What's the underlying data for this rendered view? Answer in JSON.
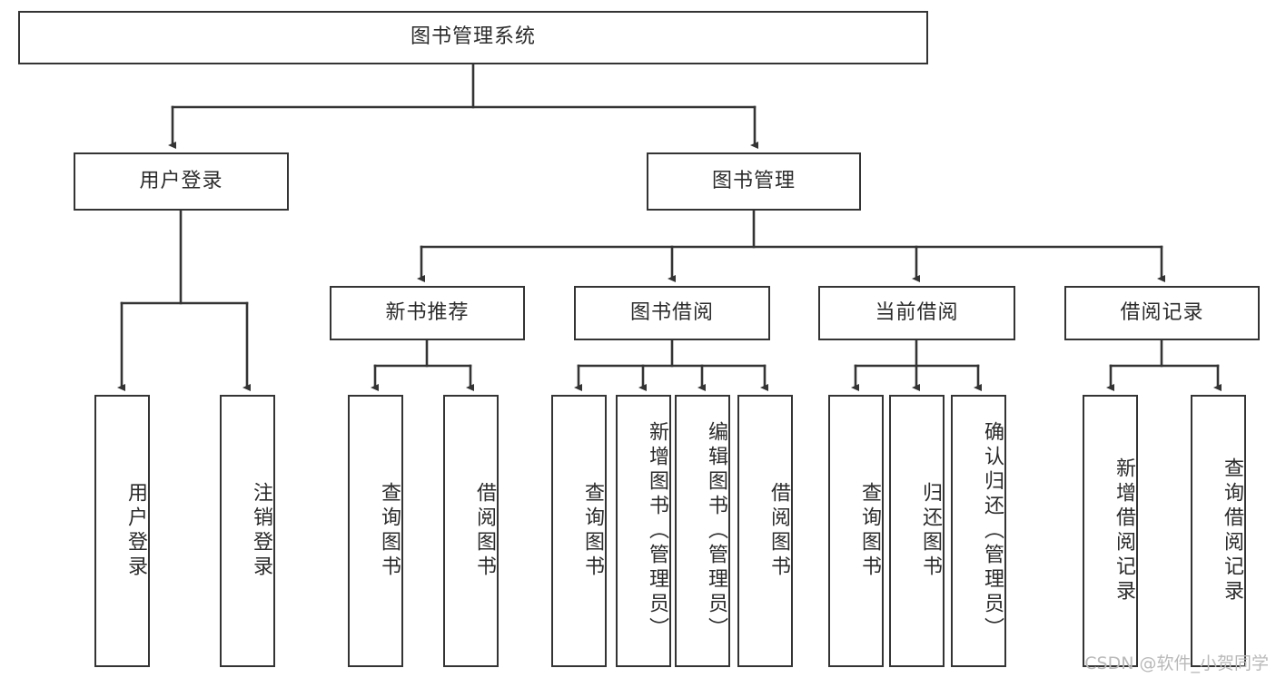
{
  "diagram": {
    "type": "tree-hierarchy-chart",
    "title": "图书管理系统",
    "watermark": "CSDN @软件_小贺同学",
    "colors": {
      "stroke": "#343434",
      "fill": "#ffffff",
      "text": "#2b2b2b",
      "watermark": "#b9b9b9"
    },
    "nodes": {
      "root": {
        "label": "图书管理系统",
        "orientation": "horizontal"
      },
      "level2": [
        {
          "id": "user-login",
          "label": "用户登录",
          "orientation": "horizontal"
        },
        {
          "id": "book-management",
          "label": "图书管理",
          "orientation": "horizontal"
        }
      ],
      "level3": [
        {
          "id": "new-book-recommend",
          "label": "新书推荐",
          "orientation": "horizontal",
          "parent": "book-management"
        },
        {
          "id": "book-borrow",
          "label": "图书借阅",
          "orientation": "horizontal",
          "parent": "book-management"
        },
        {
          "id": "current-borrow",
          "label": "当前借阅",
          "orientation": "horizontal",
          "parent": "book-management"
        },
        {
          "id": "borrow-record",
          "label": "借阅记录",
          "orientation": "horizontal",
          "parent": "book-management"
        }
      ],
      "leaves": [
        {
          "id": "leaf-user-login",
          "label": "用户登录",
          "orientation": "vertical",
          "parent": "user-login"
        },
        {
          "id": "leaf-logout",
          "label": "注销登录",
          "orientation": "vertical",
          "parent": "user-login"
        },
        {
          "id": "leaf-query-book-1",
          "label": "查询图书",
          "orientation": "vertical",
          "parent": "new-book-recommend"
        },
        {
          "id": "leaf-borrow-book-1",
          "label": "借阅图书",
          "orientation": "vertical",
          "parent": "new-book-recommend"
        },
        {
          "id": "leaf-query-book-2",
          "label": "查询图书",
          "orientation": "vertical",
          "parent": "book-borrow"
        },
        {
          "id": "leaf-add-book",
          "label": "新增图书（管理员）",
          "orientation": "vertical",
          "parent": "book-borrow"
        },
        {
          "id": "leaf-edit-book",
          "label": "编辑图书（管理员）",
          "orientation": "vertical",
          "parent": "book-borrow"
        },
        {
          "id": "leaf-borrow-book-2",
          "label": "借阅图书",
          "orientation": "vertical",
          "parent": "book-borrow"
        },
        {
          "id": "leaf-query-book-3",
          "label": "查询图书",
          "orientation": "vertical",
          "parent": "current-borrow"
        },
        {
          "id": "leaf-return-book",
          "label": "归还图书",
          "orientation": "vertical",
          "parent": "current-borrow"
        },
        {
          "id": "leaf-confirm-return",
          "label": "确认归还（管理员）",
          "orientation": "vertical",
          "parent": "current-borrow"
        },
        {
          "id": "leaf-add-record",
          "label": "新增借阅记录",
          "orientation": "vertical",
          "parent": "borrow-record"
        },
        {
          "id": "leaf-query-record",
          "label": "查询借阅记录",
          "orientation": "vertical",
          "parent": "borrow-record"
        }
      ]
    }
  }
}
